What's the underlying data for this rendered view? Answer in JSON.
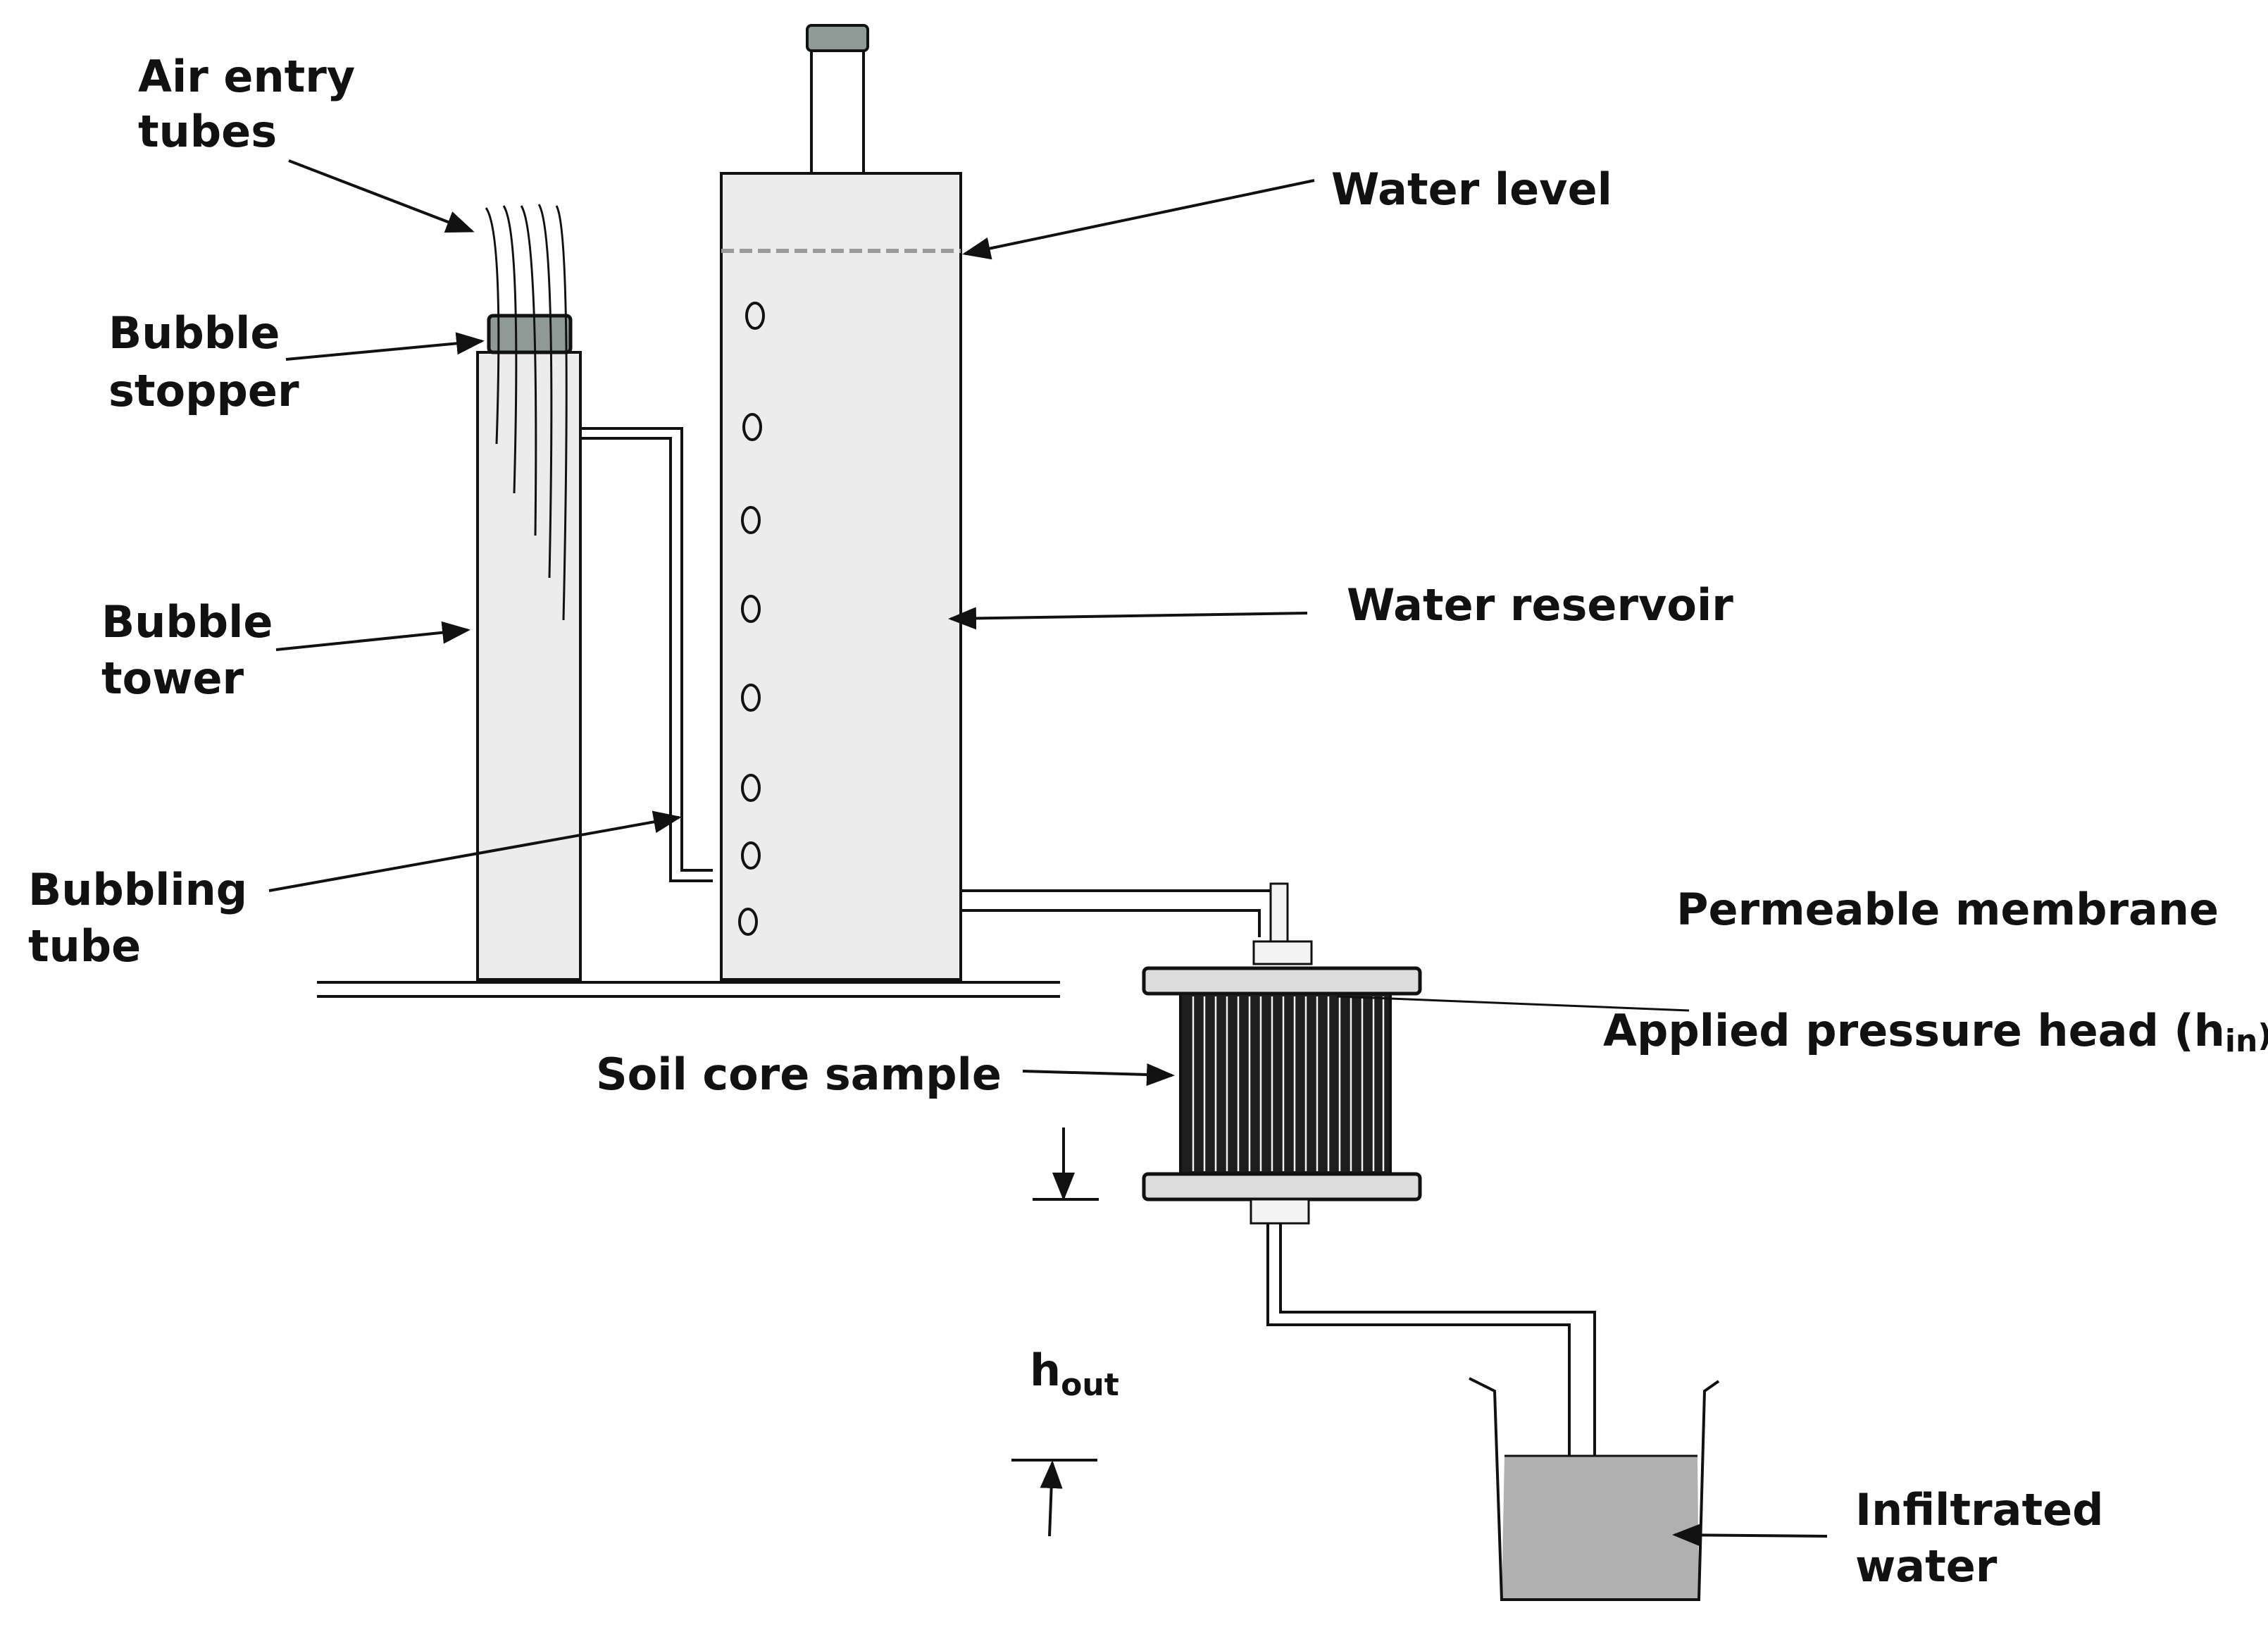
{
  "labels": {
    "air_entry_1": "Air entry",
    "air_entry_2": "tubes",
    "bubble_stopper_1": "Bubble",
    "bubble_stopper_2": "stopper",
    "bubble_tower_1": "Bubble",
    "bubble_tower_2": "tower",
    "bubbling_tube_1": "Bubbling",
    "bubbling_tube_2": "tube",
    "water_level": "Water level",
    "water_reservoir": "Water reservoir",
    "permeable_membrane": "Permeable membrane",
    "applied_pressure_head": "Applied pressure head (h",
    "applied_pressure_head_sub": "in",
    "applied_pressure_head_close": ")",
    "soil_core_sample": "Soil core sample",
    "h_out_main": "h",
    "h_out_sub": "out",
    "infiltrated_1": "Infiltrated",
    "infiltrated_2": "water"
  },
  "colors": {
    "stopper_fill": "#8f9a96",
    "water_fill": "#b0b0b0",
    "column_fill": "#ececec",
    "core_fill": "#1e1e1e",
    "plate_fill": "#dcdcdc"
  }
}
